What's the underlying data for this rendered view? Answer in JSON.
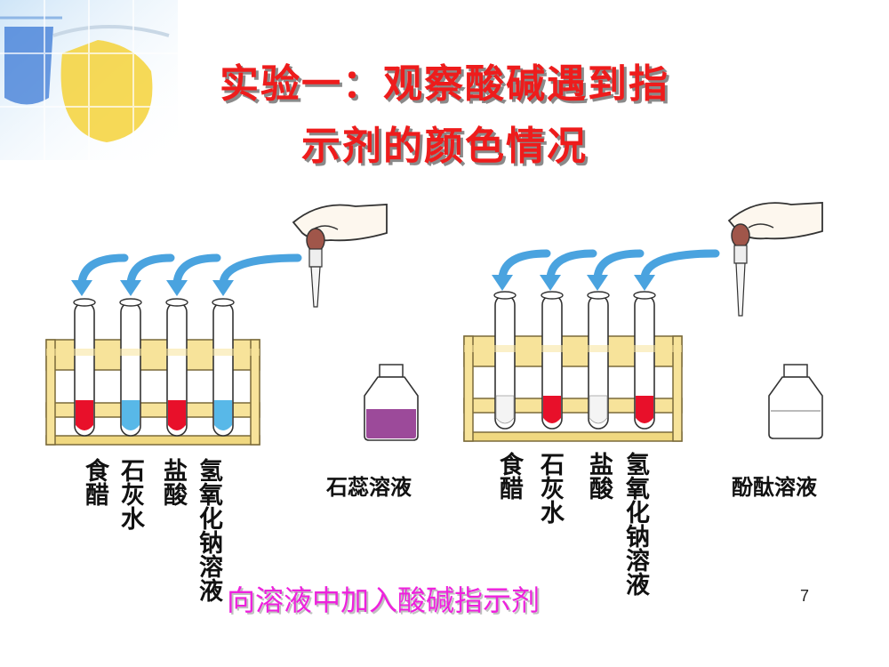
{
  "title": {
    "line1": "实验一：观察酸碱遇到指",
    "line2": "示剂的颜色情况"
  },
  "colors": {
    "title_red": "#ee1c1c",
    "caption_pink": "#ee22dd",
    "arrow_blue": "#4aa3df",
    "rack_yellow": "#f7e39a",
    "red_solution": "#e8102a",
    "blue_solution": "#58b8e8",
    "purple_solution": "#9c4a9a"
  },
  "left_experiment": {
    "tubes": [
      {
        "label": "食醋",
        "solution": "red"
      },
      {
        "label": "石灰水",
        "solution": "blue"
      },
      {
        "label": "盐酸",
        "solution": "red"
      },
      {
        "label": "氢氧化钠溶液",
        "solution": "blue"
      }
    ],
    "indicator": "石蕊溶液"
  },
  "right_experiment": {
    "tubes": [
      {
        "label": "食醋",
        "solution": "clear"
      },
      {
        "label": "石灰水",
        "solution": "red"
      },
      {
        "label": "盐酸",
        "solution": "clear"
      },
      {
        "label": "氢氧化钠溶液",
        "solution": "red"
      }
    ],
    "indicator": "酚酞溶液"
  },
  "caption": "向溶液中加入酸碱指示剂",
  "page_number": "7"
}
